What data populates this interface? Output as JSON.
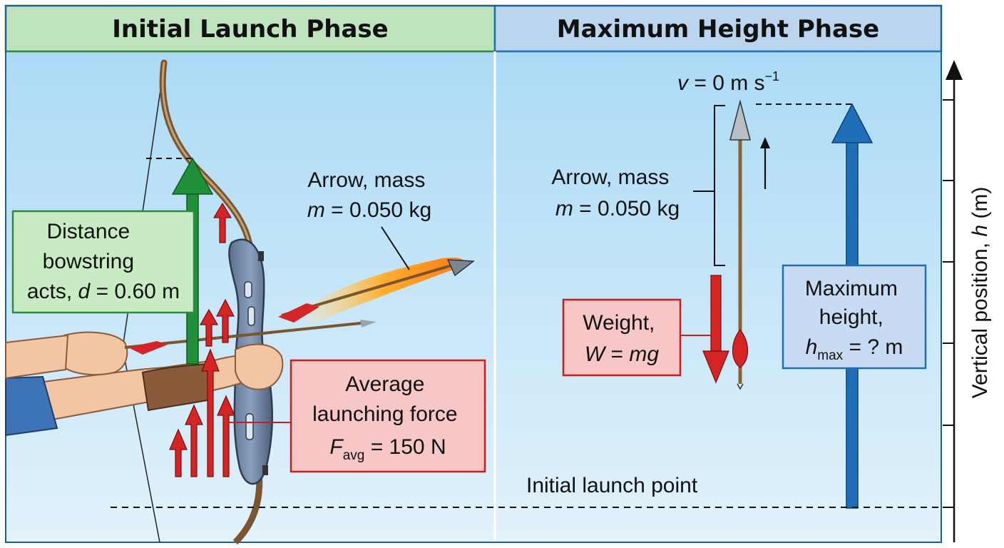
{
  "panels": {
    "left_title": "Initial Launch Phase",
    "right_title": "Maximum Height Phase"
  },
  "left": {
    "distance_box": {
      "line1": "Distance",
      "line2": "bowstring",
      "line3_prefix": "acts, ",
      "line3_var": "d",
      "line3_suffix": " = 0.60 m"
    },
    "arrow_mass": {
      "line1": "Arrow, mass",
      "line2_var": "m",
      "line2_suffix": " = 0.050 kg"
    },
    "force_box": {
      "line1": "Average",
      "line2": "launching force",
      "var": "F",
      "sub": "avg",
      "suffix": " = 150 N"
    }
  },
  "right": {
    "velocity": {
      "var": "v",
      "mid": " = 0 m s",
      "sup": "−1"
    },
    "arrow_mass": {
      "line1": "Arrow, mass",
      "line2_var": "m",
      "line2_suffix": " = 0.050 kg"
    },
    "weight_box": {
      "line1": "Weight,",
      "var": "W",
      "eq": " = ",
      "expr": "mg"
    },
    "max_box": {
      "line1": "Maximum",
      "line2": "height,",
      "var": "h",
      "sub": "max",
      "suffix": " = ? m"
    },
    "launch_point": "Initial launch point"
  },
  "axis": {
    "label_prefix": "Vertical position, ",
    "label_var": "h",
    "label_suffix": " (m)"
  },
  "colors": {
    "left_header": "#bfe3bd",
    "right_header": "#bcd5ef",
    "sky_top": "#a6d8f5",
    "sky_bottom": "#dff1fb",
    "green_arrow": "#1f8f3a",
    "red_arrow": "#d42424",
    "blue_arrow": "#1f6fb8",
    "box_green": "#c9ebc4",
    "box_red": "#f7c6c6",
    "box_blue": "#c7dcf2"
  }
}
